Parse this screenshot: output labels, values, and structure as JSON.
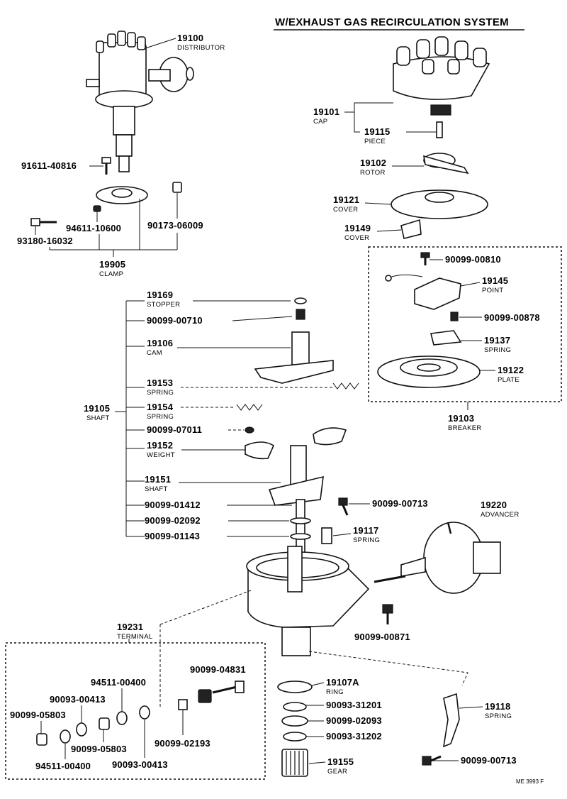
{
  "header": {
    "title": "W/EXHAUST GAS RECIRCULATION SYSTEM"
  },
  "labels": {
    "p19100": {
      "num": "19100",
      "name": "DISTRIBUTOR"
    },
    "p91611": {
      "num": "91611-40816"
    },
    "p94611": {
      "num": "94611-10600"
    },
    "p90173": {
      "num": "90173-06009"
    },
    "p93180": {
      "num": "93180-16032"
    },
    "p19905": {
      "num": "19905",
      "name": "CLAMP"
    },
    "p19101": {
      "num": "19101",
      "name": "CAP"
    },
    "p19115": {
      "num": "19115",
      "name": "PIECE"
    },
    "p19102": {
      "num": "19102",
      "name": "ROTOR"
    },
    "p19121": {
      "num": "19121",
      "name": "COVER"
    },
    "p19149": {
      "num": "19149",
      "name": "COVER"
    },
    "p0810": {
      "num": "90099-00810"
    },
    "p19145": {
      "num": "19145",
      "name": "POINT"
    },
    "p0878": {
      "num": "90099-00878"
    },
    "p19137": {
      "num": "19137",
      "name": "SPRING"
    },
    "p19122": {
      "num": "19122",
      "name": "PLATE"
    },
    "p19103": {
      "num": "19103",
      "name": "BREAKER"
    },
    "p19169": {
      "num": "19169",
      "name": "STOPPER"
    },
    "p0710": {
      "num": "90099-00710"
    },
    "p19106": {
      "num": "19106",
      "name": "CAM"
    },
    "p19153": {
      "num": "19153",
      "name": "SPRING"
    },
    "p19105": {
      "num": "19105",
      "name": "SHAFT"
    },
    "p19154": {
      "num": "19154",
      "name": "SPRING"
    },
    "p07011": {
      "num": "90099-07011"
    },
    "p19152": {
      "num": "19152",
      "name": "WEIGHT"
    },
    "p19151": {
      "num": "19151",
      "name": "SHAFT"
    },
    "p01412": {
      "num": "90099-01412"
    },
    "p02092": {
      "num": "90099-02092"
    },
    "p01143": {
      "num": "90099-01143"
    },
    "p00713a": {
      "num": "90099-00713"
    },
    "p19220": {
      "num": "19220",
      "name": "ADVANCER"
    },
    "p19117": {
      "num": "19117",
      "name": "SPRING"
    },
    "p00871": {
      "num": "90099-00871"
    },
    "p19231": {
      "num": "19231",
      "name": "TERMINAL"
    },
    "p04831": {
      "num": "90099-04831"
    },
    "p94511a": {
      "num": "94511-00400"
    },
    "p00413a": {
      "num": "90093-00413"
    },
    "p05803a": {
      "num": "90099-05803"
    },
    "p05803b": {
      "num": "90099-05803"
    },
    "p94511b": {
      "num": "94511-00400"
    },
    "p00413b": {
      "num": "90093-00413"
    },
    "p02193": {
      "num": "90099-02193"
    },
    "p19107A": {
      "num": "19107A",
      "name": "RING"
    },
    "p31201": {
      "num": "90093-31201"
    },
    "p02093": {
      "num": "90099-02093"
    },
    "p31202": {
      "num": "90093-31202"
    },
    "p19155": {
      "num": "19155",
      "name": "GEAR"
    },
    "p19118": {
      "num": "19118",
      "name": "SPRING"
    },
    "p00713b": {
      "num": "90099-00713"
    }
  },
  "footer": {
    "code": "ME  3993 F"
  }
}
